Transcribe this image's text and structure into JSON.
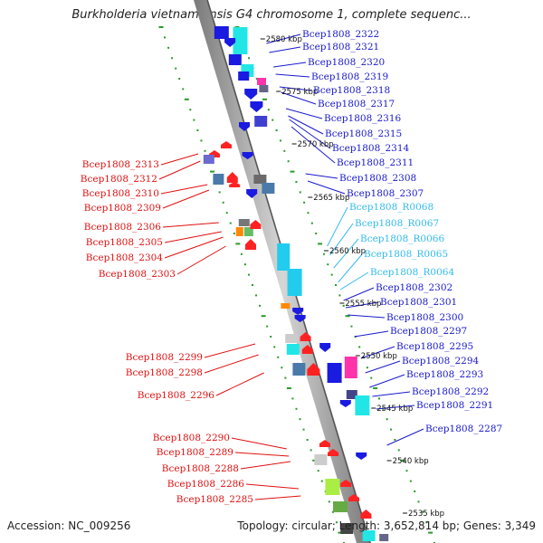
{
  "title": "Burkholderia vietnamiensis G4 chromosome 1, complete sequenc...",
  "footer": {
    "accession": "Accession: NC_009256",
    "summary": "Topology: circular; Length: 3,652,814 bp; Genes: 3,349"
  },
  "colors": {
    "right_label": "#1a1acc",
    "left_label": "#e01010",
    "rna_label": "#33bbee",
    "backbone": "#999999",
    "dots": "#2a9a2a"
  },
  "kbp_labels": [
    "2580 kbp",
    "2575 kbp",
    "2570 kbp",
    "2565 kbp",
    "2560 kbp",
    "2555 kbp",
    "2550 kbp",
    "2545 kbp",
    "2540 kbp",
    "2535 kbp"
  ],
  "right_labels": [
    {
      "text": "Bcep1808_2322",
      "kind": "gene"
    },
    {
      "text": "Bcep1808_2321",
      "kind": "gene"
    },
    {
      "text": "Bcep1808_2320",
      "kind": "gene"
    },
    {
      "text": "Bcep1808_2319",
      "kind": "gene"
    },
    {
      "text": "Bcep1808_2318",
      "kind": "gene"
    },
    {
      "text": "Bcep1808_2317",
      "kind": "gene"
    },
    {
      "text": "Bcep1808_2316",
      "kind": "gene"
    },
    {
      "text": "Bcep1808_2315",
      "kind": "gene"
    },
    {
      "text": "Bcep1808_2314",
      "kind": "gene"
    },
    {
      "text": "Bcep1808_2311",
      "kind": "gene"
    },
    {
      "text": "Bcep1808_2308",
      "kind": "gene"
    },
    {
      "text": "Bcep1808_2307",
      "kind": "gene"
    },
    {
      "text": "Bcep1808_R0068",
      "kind": "rna"
    },
    {
      "text": "Bcep1808_R0067",
      "kind": "rna"
    },
    {
      "text": "Bcep1808_R0066",
      "kind": "rna"
    },
    {
      "text": "Bcep1808_R0065",
      "kind": "rna"
    },
    {
      "text": "Bcep1808_R0064",
      "kind": "rna"
    },
    {
      "text": "Bcep1808_2302",
      "kind": "gene"
    },
    {
      "text": "Bcep1808_2301",
      "kind": "gene"
    },
    {
      "text": "Bcep1808_2300",
      "kind": "gene"
    },
    {
      "text": "Bcep1808_2297",
      "kind": "gene"
    },
    {
      "text": "Bcep1808_2295",
      "kind": "gene"
    },
    {
      "text": "Bcep1808_2294",
      "kind": "gene"
    },
    {
      "text": "Bcep1808_2293",
      "kind": "gene"
    },
    {
      "text": "Bcep1808_2292",
      "kind": "gene"
    },
    {
      "text": "Bcep1808_2291",
      "kind": "gene"
    },
    {
      "text": "Bcep1808_2287",
      "kind": "gene"
    }
  ],
  "left_labels": [
    {
      "text": "Bcep1808_2313"
    },
    {
      "text": "Bcep1808_2312"
    },
    {
      "text": "Bcep1808_2310"
    },
    {
      "text": "Bcep1808_2309"
    },
    {
      "text": "Bcep1808_2306"
    },
    {
      "text": "Bcep1808_2305"
    },
    {
      "text": "Bcep1808_2304"
    },
    {
      "text": "Bcep1808_2303"
    },
    {
      "text": "Bcep1808_2299"
    },
    {
      "text": "Bcep1808_2298"
    },
    {
      "text": "Bcep1808_2296"
    },
    {
      "text": "Bcep1808_2290"
    },
    {
      "text": "Bcep1808_2289"
    },
    {
      "text": "Bcep1808_2288"
    },
    {
      "text": "Bcep1808_2286"
    },
    {
      "text": "Bcep1808_2285"
    }
  ]
}
